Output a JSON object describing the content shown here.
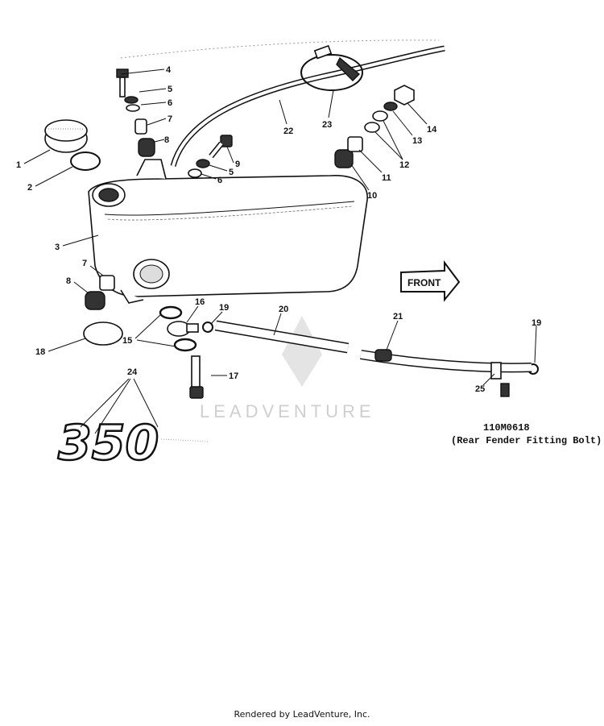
{
  "callouts": [
    "1",
    "2",
    "3",
    "4",
    "5",
    "6",
    "7",
    "8",
    "5",
    "6",
    "7",
    "8",
    "9",
    "10",
    "11",
    "12",
    "13",
    "14",
    "15",
    "16",
    "17",
    "18",
    "19",
    "19",
    "20",
    "21",
    "22",
    "23",
    "24",
    "25"
  ],
  "front_label": "FRONT",
  "part_number": "110M0618",
  "part_note": "(Rear Fender Fitting Bolt)",
  "badge_text": "350",
  "watermark": "LEADVENTURE",
  "footer": "Rendered by LeadVenture, Inc.",
  "colors": {
    "ink": "#111111",
    "watermark": "#cfcfcf",
    "background": "#ffffff"
  }
}
